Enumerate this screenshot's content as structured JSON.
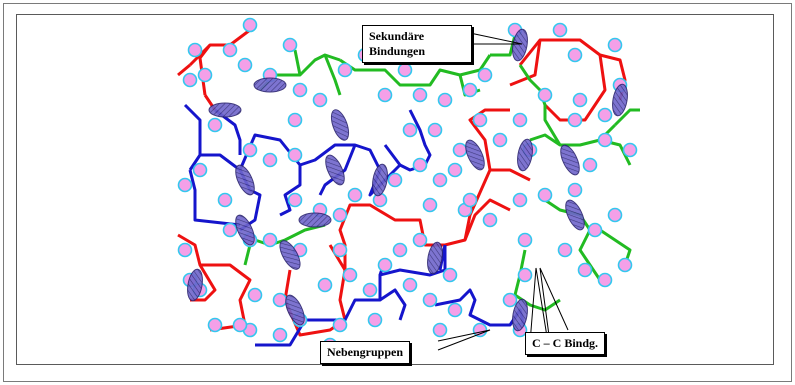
{
  "labels": {
    "secondary_bonds": "Sekundäre Bindungen",
    "secondary_bonds_l1": "Sekundäre",
    "secondary_bonds_l2": "Bindungen",
    "side_groups": "Nebengruppen",
    "cc_bond": "C – C Bindg."
  },
  "colors": {
    "red": "#ee1111",
    "blue": "#1515cc",
    "green": "#22bb22",
    "atom_fill": "#f4a0e8",
    "atom_ring": "#33c8ee",
    "oval_fill": "#7a6fd0"
  }
}
